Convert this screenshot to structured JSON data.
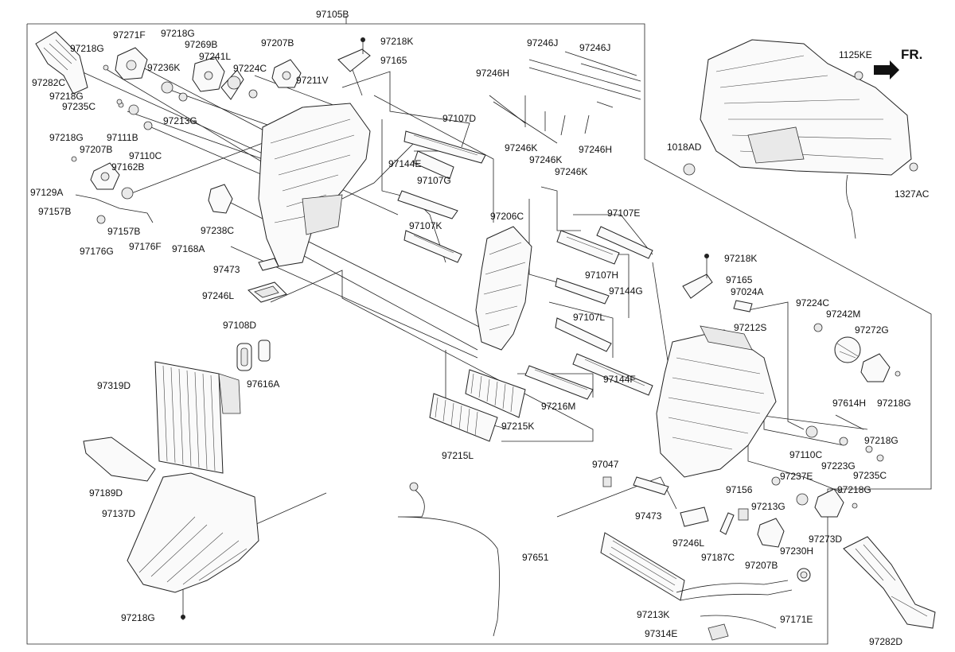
{
  "labels": {
    "assembly": "97105B",
    "fr": "FR.",
    "p97282C": "97282C",
    "p97271F": "97271F",
    "p97218G_a": "97218G",
    "p97218G_b": "97218G",
    "p97269B": "97269B",
    "p97207B_a": "97207B",
    "p97218K_a": "97218K",
    "p97236K": "97236K",
    "p97241L": "97241L",
    "p97224C_a": "97224C",
    "p97165_a": "97165",
    "p97211V": "97211V",
    "p97218G_c": "97218G",
    "p97235C_a": "97235C",
    "p97213G_a": "97213G",
    "p97218G_d": "97218G",
    "p97111B": "97111B",
    "p97207B_b": "97207B",
    "p97110C_a": "97110C",
    "p97162B": "97162B",
    "p97129A": "97129A",
    "p97157B_a": "97157B",
    "p97157B_b": "97157B",
    "p97176G": "97176G",
    "p97176F": "97176F",
    "p97168A": "97168A",
    "p97238C": "97238C",
    "p97473_a": "97473",
    "p97246L_a": "97246L",
    "p97108D": "97108D",
    "p97616A": "97616A",
    "p97319D": "97319D",
    "p97189D": "97189D",
    "p97137D": "97137D",
    "p97218G_e": "97218G",
    "p97651": "97651",
    "p97246J_a": "97246J",
    "p97246J_b": "97246J",
    "p97246H_a": "97246H",
    "p97246K_a": "97246K",
    "p97246K_b": "97246K",
    "p97246K_c": "97246K",
    "p97246H_b": "97246H",
    "p97107D": "97107D",
    "p97144E": "97144E",
    "p97107G": "97107G",
    "p97206C": "97206C",
    "p97107K": "97107K",
    "p97107E": "97107E",
    "p97107H": "97107H",
    "p97144G": "97144G",
    "p97107L": "97107L",
    "p97144F": "97144F",
    "p97216M": "97216M",
    "p97215K": "97215K",
    "p97215L": "97215L",
    "p97047": "97047",
    "p97473_b": "97473",
    "p97246L_b": "97246L",
    "p97187C": "97187C",
    "p97156": "97156",
    "p97213G_b": "97213G",
    "p97237E": "97237E",
    "p97218G_f": "97218G",
    "p97273D": "97273D",
    "p97230H": "97230H",
    "p97207B_c": "97207B",
    "p97213K": "97213K",
    "p97171E": "97171E",
    "p97314E": "97314E",
    "p97282D": "97282D",
    "p97218K_b": "97218K",
    "p97165_b": "97165",
    "p97024A": "97024A",
    "p97224C_b": "97224C",
    "p97242M": "97242M",
    "p97212S": "97212S",
    "p97272G": "97272G",
    "p97218G_g": "97218G",
    "p97614H": "97614H",
    "p97110C_b": "97110C",
    "p97218G_h": "97218G",
    "p97223G": "97223G",
    "p97235C_b": "97235C",
    "p1125KE": "1125KE",
    "p1018AD": "1018AD",
    "p1327AC": "1327AC"
  }
}
